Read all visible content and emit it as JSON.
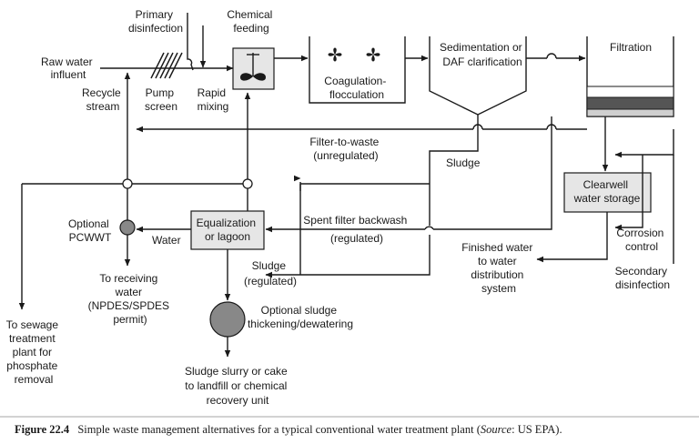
{
  "labels": {
    "raw_water_l1": "Raw water",
    "raw_water_l2": "influent",
    "primary_l1": "Primary",
    "primary_l2": "disinfection",
    "chemical_l1": "Chemical",
    "chemical_l2": "feeding",
    "sed_l1": "Sedimentation or",
    "sed_l2": "DAF clarification",
    "filtration": "Filtration",
    "recycle_l1": "Recycle",
    "recycle_l2": "stream",
    "pump_l1": "Pump",
    "pump_l2": "screen",
    "rapid_l1": "Rapid",
    "rapid_l2": "mixing",
    "coag_l1": "Coagulation-",
    "coag_l2": "flocculation",
    "ftw_l1": "Filter-to-waste",
    "ftw_l2": "(unregulated)",
    "sludge_top": "Sludge",
    "clearwell_l1": "Clearwell",
    "clearwell_l2": "water storage",
    "optional_l1": "Optional",
    "optional_l2": "PCWWT",
    "water": "Water",
    "eq_l1": "Equalization",
    "eq_l2": "or lagoon",
    "spent_l1": "Spent filter backwash",
    "spent_l2": "(regulated)",
    "finished_l1": "Finished water",
    "finished_l2": "to water",
    "finished_l3": "distribution",
    "finished_l4": "system",
    "corrosion_l1": "Corrosion",
    "corrosion_l2": "control",
    "secondary_l1": "Secondary",
    "secondary_l2": "disinfection",
    "sludge_reg_l1": "Sludge",
    "sludge_reg_l2": "(regulated)",
    "receiving_l1": "To receiving",
    "receiving_l2": "water",
    "receiving_l3": "(NPDES/SPDES",
    "receiving_l4": "permit)",
    "sewage_l1": "To sewage",
    "sewage_l2": "treatment",
    "sewage_l3": "plant for",
    "sewage_l4": "phosphate",
    "sewage_l5": "removal",
    "thick_l1": "Optional sludge",
    "thick_l2": "thickening/dewatering",
    "slurry_l1": "Sludge slurry or cake",
    "slurry_l2": "to landfill or chemical",
    "slurry_l3": "recovery unit"
  },
  "caption": {
    "figure": "Figure 22.4",
    "text_before": "Simple waste management alternatives for a typical conventional water treatment plant (",
    "source_word": "Source",
    "text_after": ": US EPA)."
  }
}
